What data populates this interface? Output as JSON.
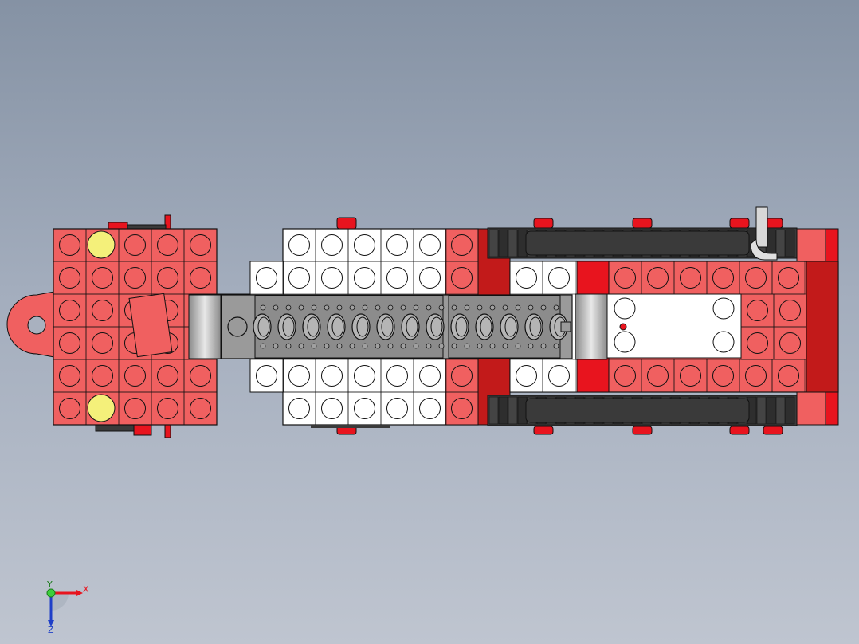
{
  "colors": {
    "background_top": "#8592a4",
    "background_bottom": "#bfc5d0",
    "brick_red": "#f06060",
    "brick_red_dark": "#c21a1a",
    "bright_red": "#e8141e",
    "brick_white": "#ffffff",
    "brick_gray": "#9a9a9a",
    "track_black": "#3a3a3a",
    "stud_yellow": "#f4f07a",
    "outline": "#111111"
  },
  "model": {
    "description_icon": "lego-vehicle-top-view",
    "parts": [
      "front-cab",
      "hitch-ring",
      "connector-beam",
      "white-deck",
      "technic-beam",
      "rear-chassis",
      "tracks-top",
      "tracks-bottom",
      "exhaust-pipe"
    ]
  },
  "triad": {
    "x_label": "X",
    "y_label": "Y",
    "z_label": "Z"
  }
}
